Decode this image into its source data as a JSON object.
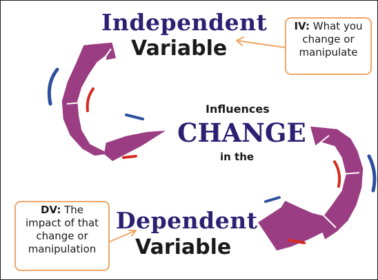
{
  "independent": {
    "title": "Independent",
    "variable": "Variable",
    "callout_key": "IV:",
    "callout_line1": "What you",
    "callout_line2": "change or",
    "callout_line3": "manipulate"
  },
  "center": {
    "influences": "Influences",
    "change": "CHANGE",
    "in_the": "in the"
  },
  "dependent": {
    "title": "Dependent",
    "variable": "Variable",
    "callout_key": "DV:",
    "callout_line1": "The",
    "callout_line2": "impact of that",
    "callout_line3": "change or",
    "callout_line4": "manipulation"
  },
  "colors": {
    "title_blue": "#2b2072",
    "arrow_purple": "#9b3d82",
    "accent_red": "#d32b1f",
    "accent_blue": "#2e4f9e",
    "callout_border": "#f0a666"
  }
}
